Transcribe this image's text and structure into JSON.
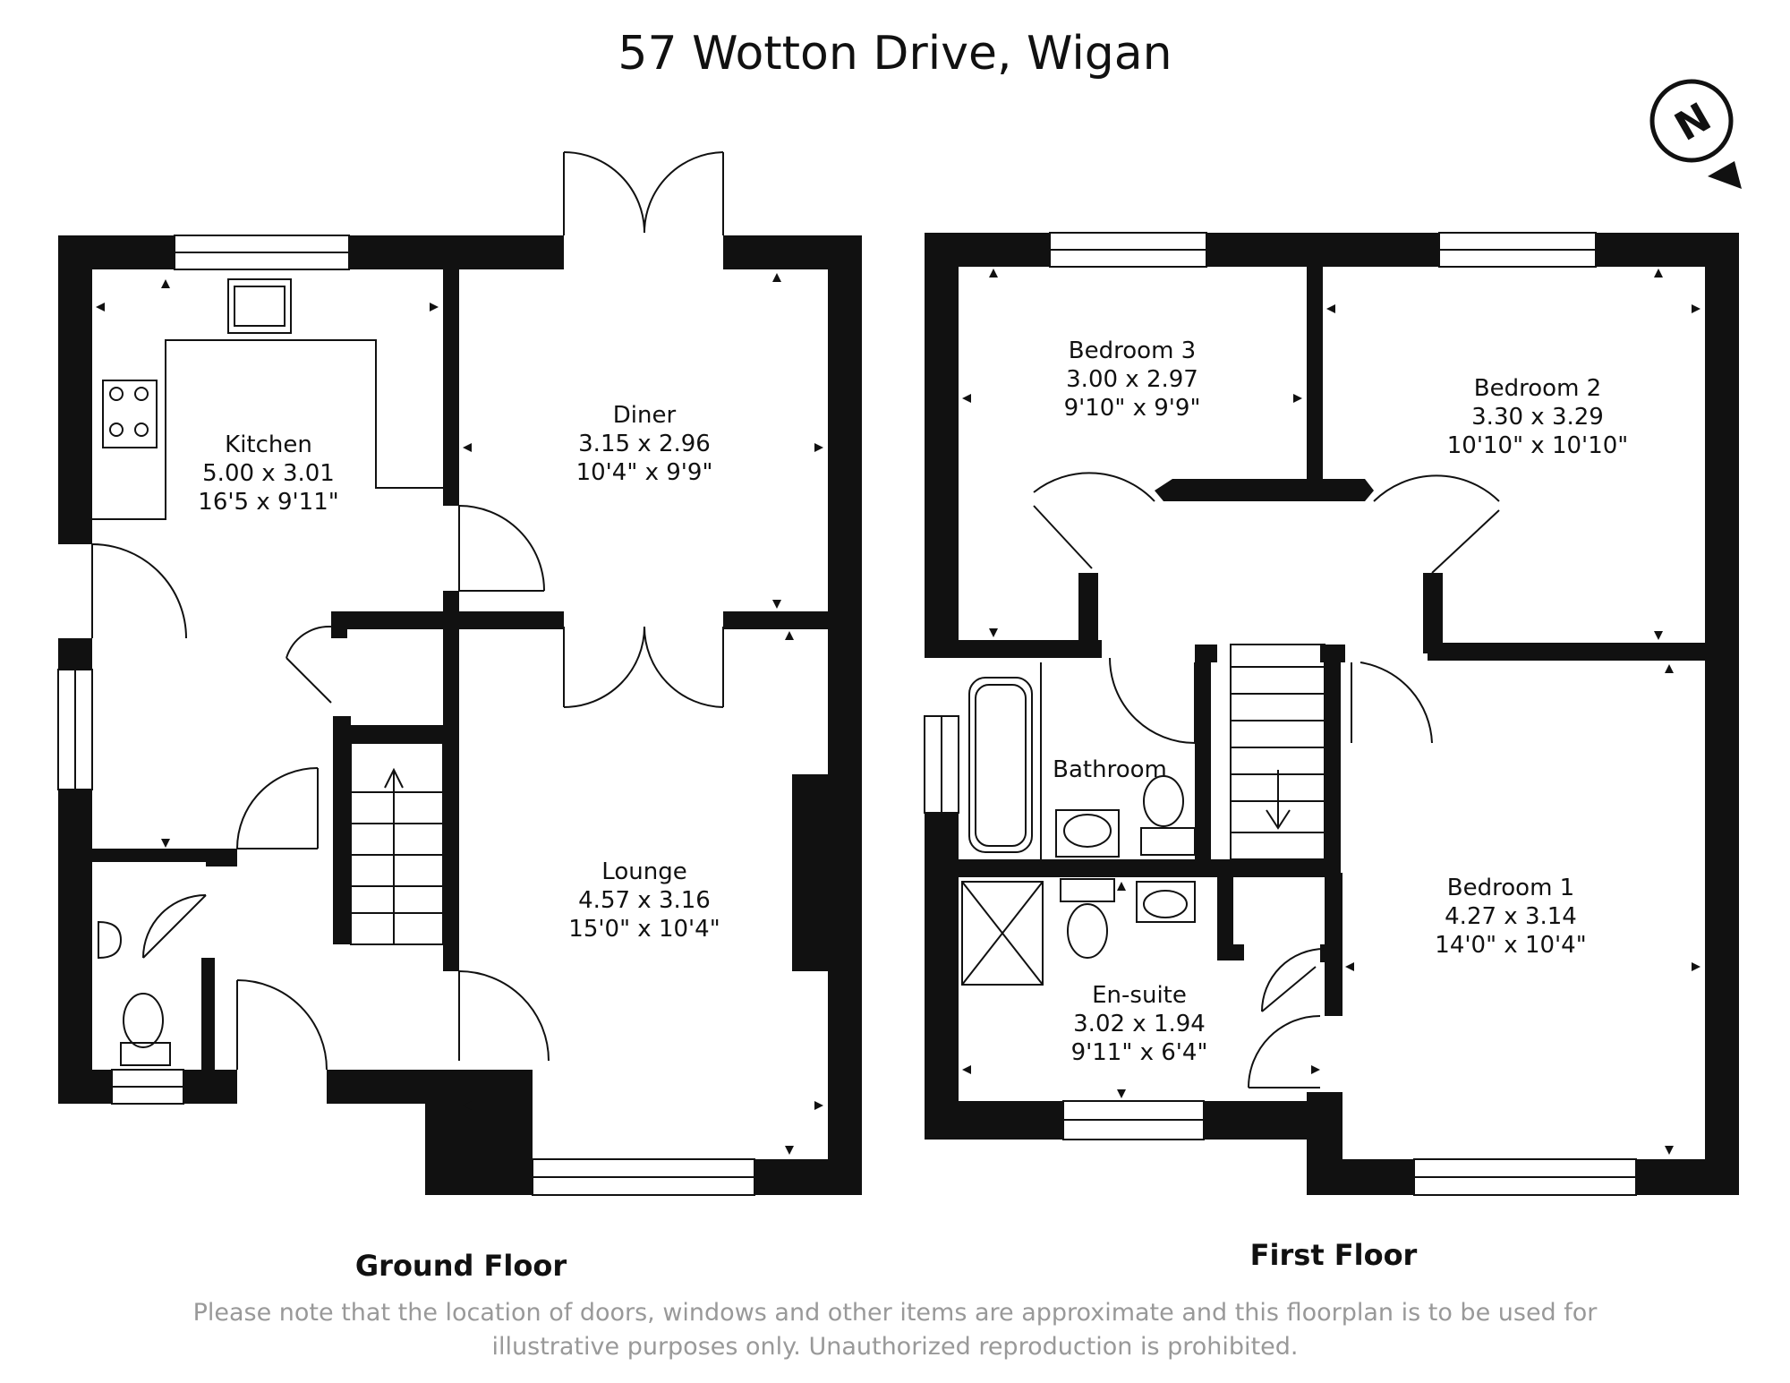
{
  "title": "57 Wotton Drive, Wigan",
  "compass": {
    "letter": "N"
  },
  "floors": {
    "ground": {
      "label": "Ground Floor",
      "rooms": {
        "kitchen": {
          "name": "Kitchen",
          "metric": "5.00 x 3.01",
          "imperial": "16'5 x 9'11\""
        },
        "diner": {
          "name": "Diner",
          "metric": "3.15 x 2.96",
          "imperial": "10'4\" x 9'9\""
        },
        "lounge": {
          "name": "Lounge",
          "metric": "4.57 x 3.16",
          "imperial": "15'0\" x 10'4\""
        }
      }
    },
    "first": {
      "label": "First Floor",
      "rooms": {
        "bedroom3": {
          "name": "Bedroom 3",
          "metric": "3.00 x 2.97",
          "imperial": "9'10\" x 9'9\""
        },
        "bedroom2": {
          "name": "Bedroom 2",
          "metric": "3.30 x 3.29",
          "imperial": "10'10\" x 10'10\""
        },
        "bathroom": {
          "name": "Bathroom"
        },
        "bedroom1": {
          "name": "Bedroom 1",
          "metric": "4.27 x 3.14",
          "imperial": "14'0\" x 10'4\""
        },
        "ensuite": {
          "name": "En-suite",
          "metric": "3.02 x 1.94",
          "imperial": "9'11\" x 6'4\""
        }
      }
    }
  },
  "disclaimer": "Please note that the location of doors, windows and other items are approximate and this floorplan is to be used for illustrative purposes only. Unauthorized reproduction is prohibited."
}
